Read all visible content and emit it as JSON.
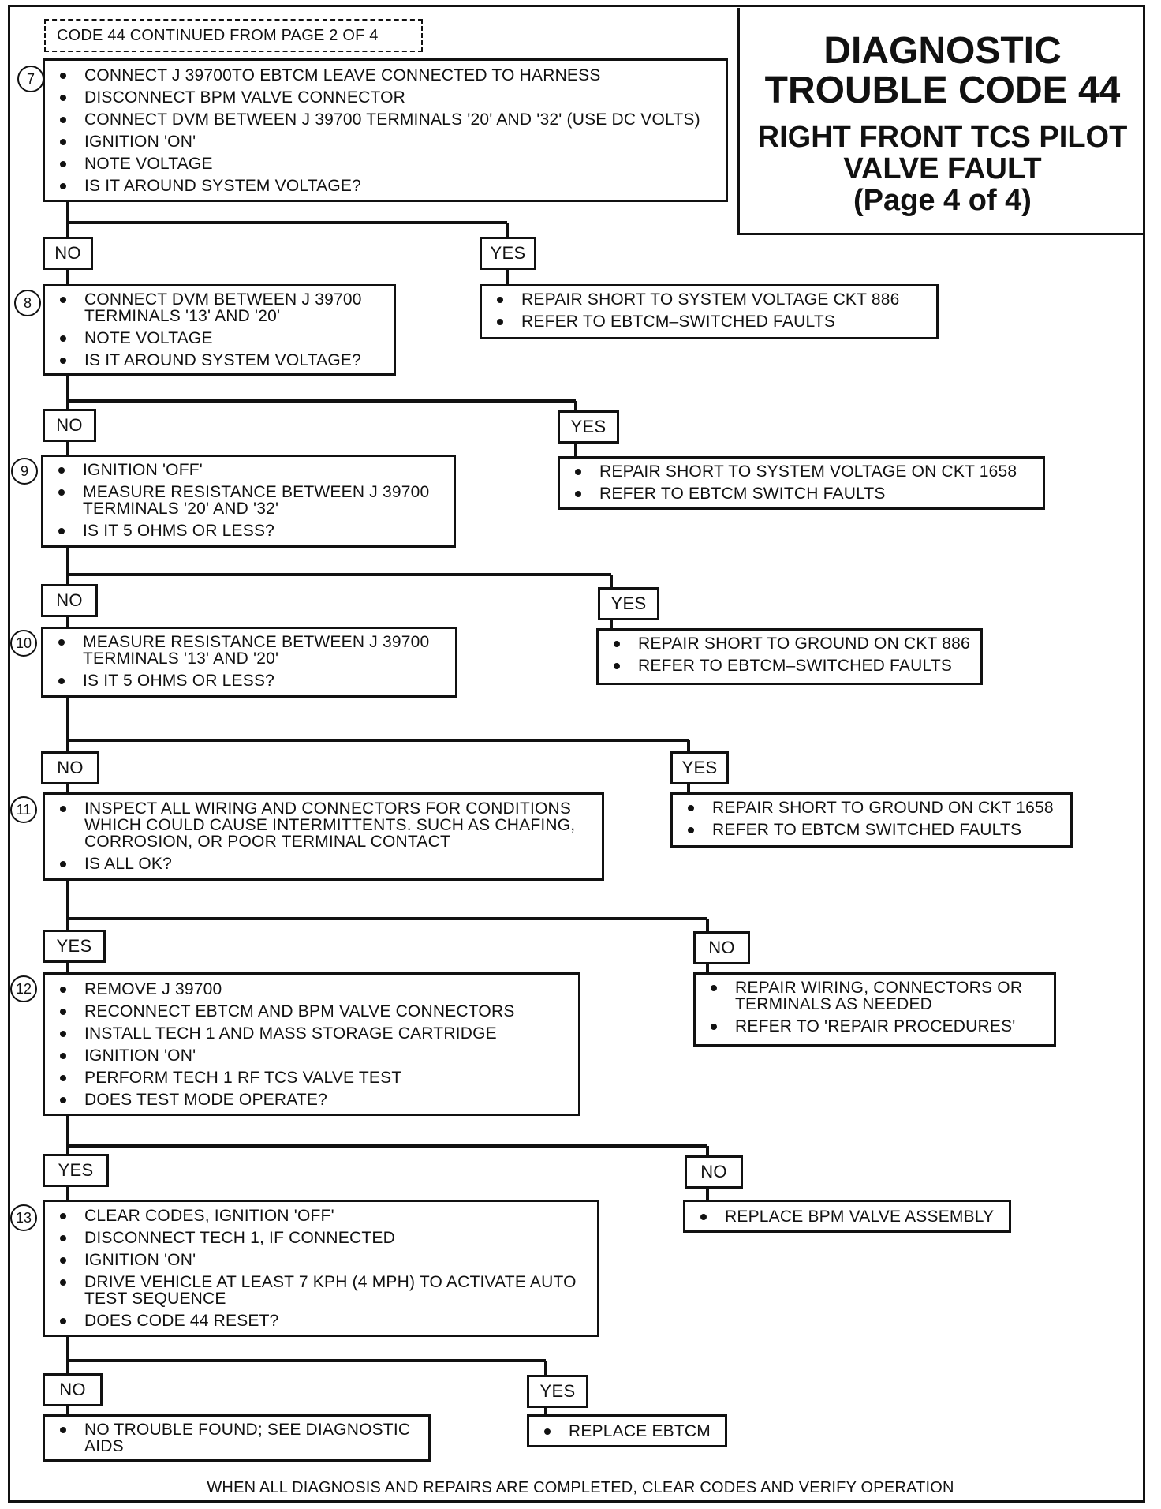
{
  "continued_note": "CODE 44 CONTINUED FROM PAGE 2 OF 4",
  "title": {
    "main": "DIAGNOSTIC\nTROUBLE CODE 44",
    "sub": "RIGHT FRONT TCS PILOT\nVALVE FAULT\n(Page 4 of 4)"
  },
  "steps": {
    "s7": {
      "number": "7",
      "items": [
        "CONNECT J  39700TO EBTCM LEAVE CONNECTED TO HARNESS",
        "DISCONNECT BPM VALVE CONNECTOR",
        "CONNECT DVM BETWEEN J  39700 TERMINALS '20' AND '32' (USE DC VOLTS)",
        "IGNITION 'ON'",
        "NOTE VOLTAGE",
        "IS IT AROUND SYSTEM VOLTAGE?"
      ]
    },
    "s8": {
      "number": "8",
      "items": [
        "CONNECT DVM BETWEEN J  39700\nTERMINALS '13' AND '20'",
        "NOTE VOLTAGE",
        "IS IT AROUND SYSTEM VOLTAGE?"
      ]
    },
    "s9": {
      "number": "9",
      "items": [
        "IGNITION 'OFF'",
        "MEASURE RESISTANCE BETWEEN J  39700\nTERMINALS '20' AND '32'",
        "IS IT 5 OHMS OR LESS?"
      ]
    },
    "s10": {
      "number": "10",
      "items": [
        "MEASURE RESISTANCE BETWEEN J  39700\nTERMINALS '13' AND '20'",
        "IS IT 5 OHMS OR LESS?"
      ]
    },
    "s11": {
      "number": "11",
      "items": [
        "INSPECT ALL WIRING AND CONNECTORS FOR CONDITIONS\nWHICH COULD CAUSE INTERMITTENTS.  SUCH AS CHAFING,\nCORROSION, OR POOR TERMINAL CONTACT",
        "IS ALL OK?"
      ]
    },
    "s12": {
      "number": "12",
      "items": [
        "REMOVE J  39700",
        "RECONNECT EBTCM AND BPM VALVE CONNECTORS",
        "INSTALL TECH 1 AND MASS STORAGE CARTRIDGE",
        "IGNITION 'ON'",
        "PERFORM TECH 1 RF TCS VALVE TEST",
        "DOES TEST MODE OPERATE?"
      ]
    },
    "s13": {
      "number": "13",
      "items": [
        "CLEAR CODES, IGNITION 'OFF'",
        "DISCONNECT TECH 1, IF CONNECTED",
        "IGNITION 'ON'",
        "DRIVE VEHICLE AT LEAST 7 KPH (4 MPH) TO ACTIVATE AUTO\nTEST SEQUENCE",
        "DOES CODE 44 RESET?"
      ]
    }
  },
  "results": {
    "r7": [
      "REPAIR SHORT TO SYSTEM VOLTAGE CKT  886",
      "REFER TO EBTCM–SWITCHED FAULTS"
    ],
    "r8": [
      "REPAIR SHORT TO SYSTEM VOLTAGE ON CKT 1658",
      "REFER TO EBTCM SWITCH FAULTS"
    ],
    "r9": [
      "REPAIR SHORT TO GROUND ON CKT 886",
      "REFER  TO EBTCM–SWITCHED FAULTS"
    ],
    "r10": [
      "REPAIR SHORT TO GROUND ON CKT  1658",
      "REFER  TO EBTCM SWITCHED FAULTS"
    ],
    "r11": [
      "REPAIR WIRING, CONNECTORS OR\nTERMINALS AS NEEDED",
      "REFER TO 'REPAIR PROCEDURES'"
    ],
    "r12": [
      "REPLACE BPM  VALVE ASSEMBLY"
    ],
    "r13no": [
      "NO TROUBLE FOUND; SEE DIAGNOSTIC\nAIDS"
    ],
    "r13yes": [
      "REPLACE  EBTCM"
    ]
  },
  "labels": {
    "no": "NO",
    "yes": "YES"
  },
  "footer": "WHEN ALL DIAGNOSIS AND REPAIRS ARE COMPLETED, CLEAR CODES AND VERIFY OPERATION"
}
